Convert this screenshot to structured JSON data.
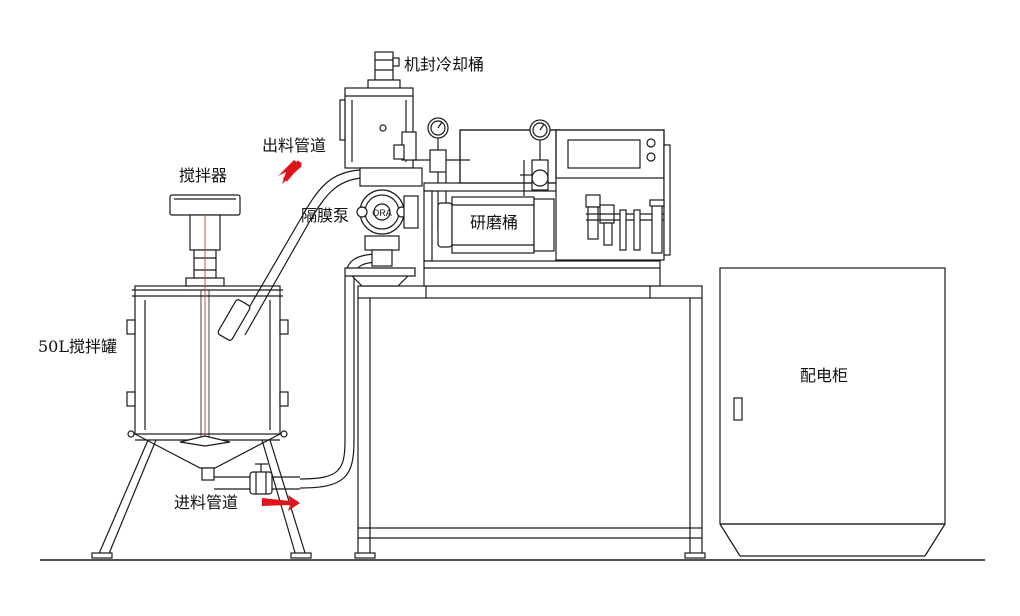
{
  "labels": {
    "seal_cooling_tank": "机封冷却桶",
    "outlet_pipe": "出料管道",
    "mixer": "搅拌器",
    "diaphragm_pump": "隔膜泵",
    "grinding_barrel": "研磨桶",
    "tank_50l": "50L搅拌罐",
    "inlet_pipe": "进料管道",
    "control_cabinet": "配电柜",
    "pump_badge": "ORA"
  },
  "colors": {
    "line": "#1a1a1a",
    "arrow": "#e0141b",
    "shaft": "#d23a3a"
  }
}
